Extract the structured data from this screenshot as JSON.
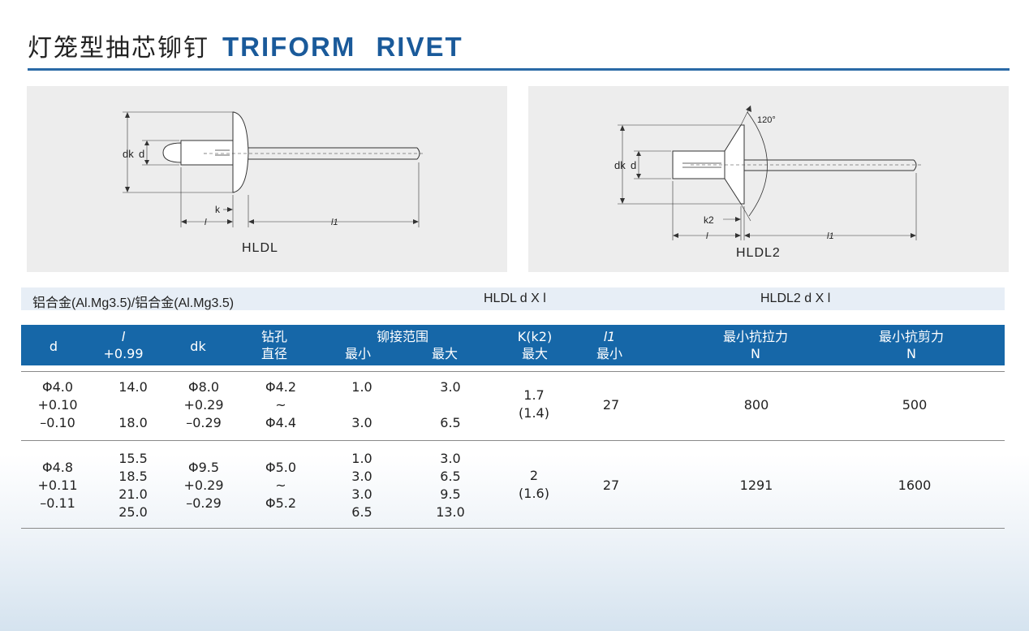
{
  "title": {
    "cn": "灯笼型抽芯铆钉",
    "en": "TRIFORM RIVET"
  },
  "diagrams": [
    {
      "label": "HLDL",
      "dims": {
        "d": "d",
        "dk": "dk",
        "k": "k",
        "l": "l",
        "l1": "l1"
      }
    },
    {
      "label": "HLDL2",
      "dims": {
        "d": "d",
        "dk": "dk",
        "k": "k2",
        "l": "l",
        "l1": "l1",
        "angle": "120°"
      }
    }
  ],
  "spec": {
    "material": "铝合金(Al.Mg3.5)/铝合金(Al.Mg3.5)",
    "code1": "HLDL  d X l",
    "code2": "HLDL2    d X l"
  },
  "header": {
    "d": "d",
    "l": "l",
    "l_tol": "+0.99",
    "dk": "dk",
    "drill1": "钻孔",
    "drill2": "直径",
    "grip": "铆接范围",
    "grip_min": "最小",
    "grip_max": "最大",
    "k": "K(k2)",
    "k_max": "最大",
    "l1": "l1",
    "l1_min": "最小",
    "tensile": "最小抗拉力",
    "tensile_unit": "N",
    "shear": "最小抗剪力",
    "shear_unit": "N"
  },
  "rows": [
    {
      "d": [
        "Φ4.0",
        "+0.10",
        "–0.10"
      ],
      "l": [
        "14.0",
        "",
        "18.0"
      ],
      "dk": [
        "Φ8.0",
        "+0.29",
        "–0.29"
      ],
      "drill": [
        "Φ4.2",
        "~",
        "Φ4.4"
      ],
      "grip_min": [
        "1.0",
        "",
        "3.0"
      ],
      "grip_max": [
        "3.0",
        "",
        "6.5"
      ],
      "k": [
        "1.7",
        "(1.4)"
      ],
      "l1": "27",
      "tensile": "800",
      "shear": "500"
    },
    {
      "d": [
        "Φ4.8",
        "+0.11",
        "–0.11"
      ],
      "l": [
        "15.5",
        "18.5",
        "21.0",
        "25.0"
      ],
      "dk": [
        "Φ9.5",
        "+0.29",
        "–0.29"
      ],
      "drill": [
        "Φ5.0",
        "~",
        "Φ5.2"
      ],
      "grip_min": [
        "1.0",
        "3.0",
        "3.0",
        "6.5"
      ],
      "grip_max": [
        "3.0",
        "6.5",
        "9.5",
        "13.0"
      ],
      "k": [
        "2",
        "(1.6)"
      ],
      "l1": "27",
      "tensile": "1291",
      "shear": "1600"
    }
  ]
}
